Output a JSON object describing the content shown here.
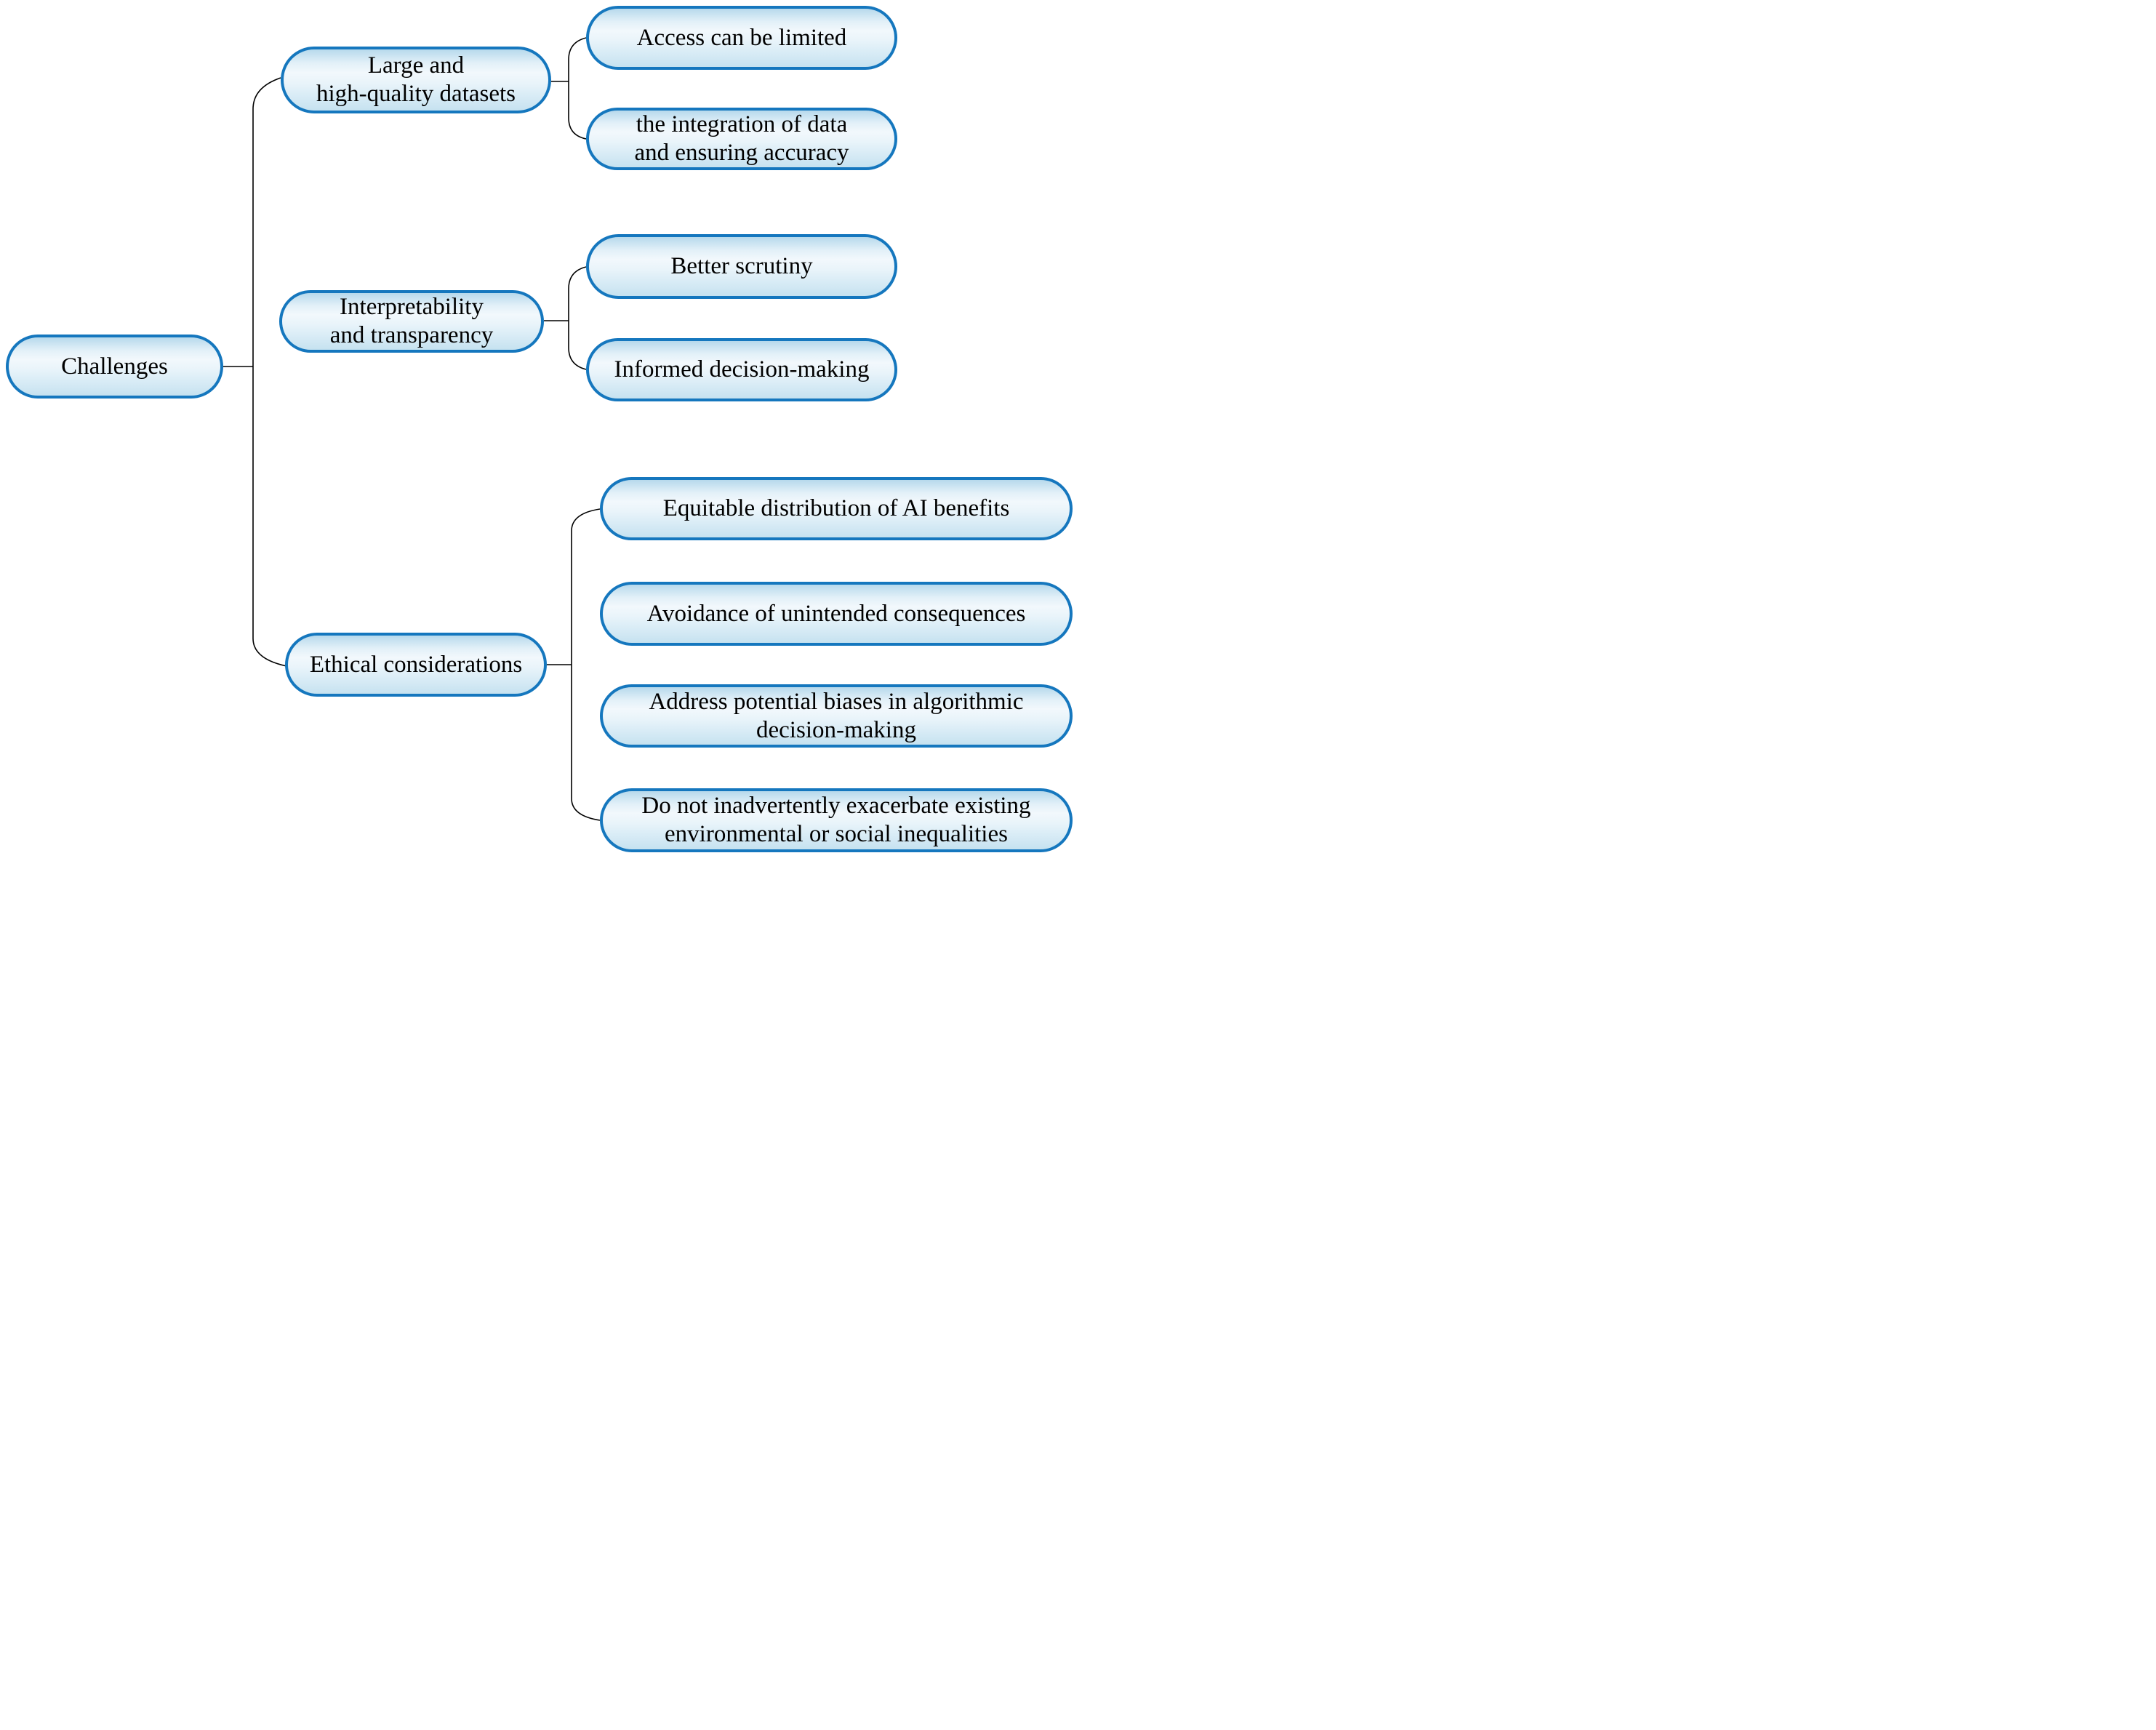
{
  "colors": {
    "node_border": "#1577be",
    "connector": "#000000",
    "node_fill_top": "#b7d9ec",
    "node_fill_mid": "#f2f8fc",
    "node_fill_bottom": "#c6e2f0",
    "text": "#000000"
  },
  "diagram": {
    "root": {
      "label": "Challenges"
    },
    "branches": [
      {
        "label": "Large and\nhigh-quality datasets",
        "children": [
          {
            "label": "Access can be limited"
          },
          {
            "label": "the integration of data\nand ensuring accuracy"
          }
        ]
      },
      {
        "label": "Interpretability\nand transparency",
        "children": [
          {
            "label": "Better scrutiny"
          },
          {
            "label": "Informed decision-making"
          }
        ]
      },
      {
        "label": "Ethical considerations",
        "children": [
          {
            "label": "Equitable distribution of AI benefits"
          },
          {
            "label": "Avoidance of unintended consequences"
          },
          {
            "label": "Address potential biases in algorithmic\ndecision-making"
          },
          {
            "label": "Do not inadvertently exacerbate existing\nenvironmental or social inequalities"
          }
        ]
      }
    ]
  }
}
